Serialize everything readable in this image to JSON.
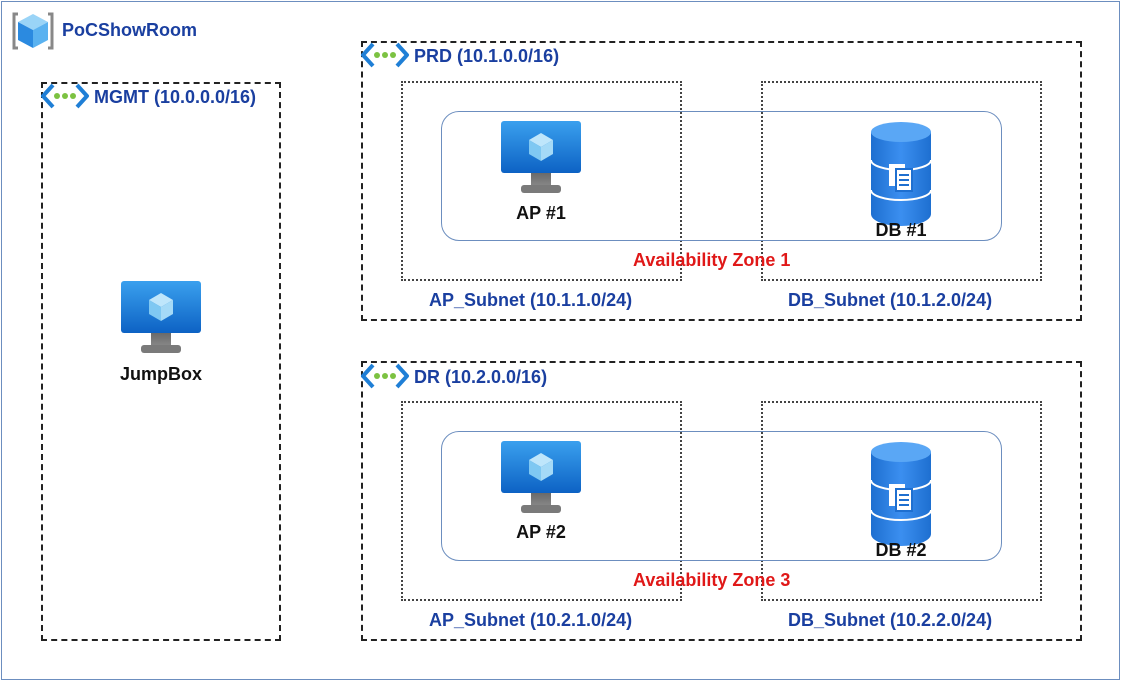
{
  "resource_group": {
    "title": "PoCShowRoom",
    "icon": "resource-group-icon"
  },
  "vnets": {
    "mgmt": {
      "label": "MGMT (10.0.0.0/16)",
      "icon": "virtual-network-icon"
    },
    "prd": {
      "label": "PRD (10.1.0.0/16)",
      "icon": "virtual-network-icon"
    },
    "dr": {
      "label": "DR (10.2.0.0/16)",
      "icon": "virtual-network-icon"
    }
  },
  "subnets": {
    "prd_ap": "AP_Subnet (10.1.1.0/24)",
    "prd_db": "DB_Subnet (10.1.2.0/24)",
    "dr_ap": "AP_Subnet (10.2.1.0/24)",
    "dr_db": "DB_Subnet (10.2.2.0/24)"
  },
  "availability_zones": {
    "prd": "Availability Zone 1",
    "dr": "Availability Zone 3"
  },
  "nodes": {
    "jumpbox": {
      "label": "JumpBox",
      "icon": "virtual-machine-icon"
    },
    "ap1": {
      "label": "AP #1",
      "icon": "virtual-machine-icon"
    },
    "db1": {
      "label": "DB #1",
      "icon": "sql-database-icon"
    },
    "ap2": {
      "label": "AP #2",
      "icon": "virtual-machine-icon"
    },
    "db2": {
      "label": "DB #2",
      "icon": "sql-database-icon"
    }
  },
  "colors": {
    "label_blue": "#1a3fa0",
    "zone_red": "#e01818",
    "frame_border": "#6c8ebf",
    "azure_blue": "#1f7fd6"
  }
}
